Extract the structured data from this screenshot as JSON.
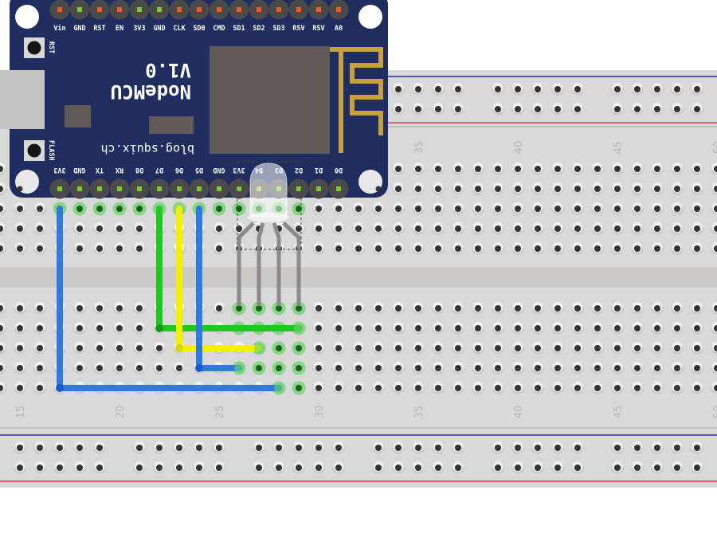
{
  "app": {
    "title": "Fritzing breadboard view"
  },
  "colors": {
    "board_bg": "#d9d9d9",
    "board_channel": "#cccac8",
    "hole": "#333333",
    "hole_ring": "#f2f2f2",
    "rail_blue": "#2b2bbf",
    "rail_red": "#e83a3a",
    "pcb": "#1f2d5f",
    "chip": "#605a5a",
    "antenna": "#c8a040",
    "header": "#4a4a4a",
    "pin_red": "#ff5a1e",
    "pin_green": "#7acc2a",
    "connected_glow": "#6ad46a",
    "wire_blue": "#2f7ae0",
    "wire_green": "#1ec81e",
    "wire_yellow": "#f5f000",
    "led_leg": "#8a8a8a"
  },
  "breadboard": {
    "column_labels_top": [
      "35",
      "40",
      "45",
      "50"
    ],
    "column_labels_bottom": [
      "15",
      "20",
      "25",
      "30",
      "35",
      "40",
      "45",
      "50"
    ],
    "first_column": 15,
    "last_column": 50
  },
  "nodemcu": {
    "title": "NodeMCU",
    "version": "V1.0",
    "url": "blog.squix.ch",
    "rst_button_label": "RST",
    "flash_button_label": "FLASH",
    "top_pins": [
      "Vin",
      "GND",
      "RST",
      "EN",
      "3V3",
      "GND",
      "CLK",
      "SD0",
      "CMD",
      "SD1",
      "SD2",
      "SD3",
      "RSV",
      "RSV",
      "A0"
    ],
    "top_pin_states": [
      "red",
      "green",
      "red",
      "red",
      "green",
      "green",
      "red",
      "red",
      "red",
      "red",
      "red",
      "red",
      "red",
      "red",
      "red"
    ],
    "bottom_pins": [
      "3V3",
      "GND",
      "TX",
      "RX",
      "D8",
      "D7",
      "D6",
      "D5",
      "GND",
      "3V3",
      "D4",
      "D3",
      "D2",
      "D1",
      "D0"
    ]
  },
  "led": {
    "name": "RGB LED",
    "legs": 4
  },
  "wires": [
    {
      "name": "blue-wire-3v3",
      "color": "blue",
      "from_col": 17,
      "from_row": "top-3",
      "to_col": 28,
      "to_row": "bottom-5"
    },
    {
      "name": "green-wire-d7",
      "color": "green",
      "from_col": 22,
      "from_row": "top-3",
      "to_col": 29,
      "to_row": "bottom-2"
    },
    {
      "name": "yellow-wire-d6",
      "color": "yellow",
      "from_col": 23,
      "from_row": "top-3",
      "to_col": 27,
      "to_row": "bottom-3"
    },
    {
      "name": "blue-wire-d5",
      "color": "blue",
      "from_col": 24,
      "from_row": "top-3",
      "to_col": 26,
      "to_row": "bottom-4"
    }
  ]
}
